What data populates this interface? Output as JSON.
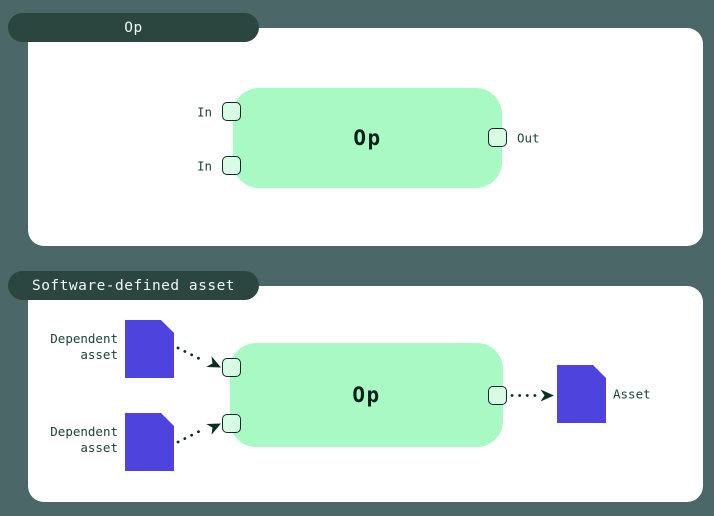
{
  "colors": {
    "bg": "#4c6767",
    "card": "#ffffff",
    "pill": "#2a463f",
    "pill-text": "#f3f7f5",
    "green": "#a9f9c5",
    "handle": "#d8fbe6",
    "outline": "#0e2c25",
    "label": "#1e423a",
    "purple": "#4f43dd",
    "op-text": "#0c2019"
  },
  "op_section": {
    "tab_label": "Op",
    "op_node": {
      "label": "Op"
    },
    "inputs": [
      {
        "label": "In"
      },
      {
        "label": "In"
      }
    ],
    "output": {
      "label": "Out"
    }
  },
  "sda_section": {
    "tab_label": "Software-defined asset",
    "op_node": {
      "label": "Op"
    },
    "dependencies": [
      {
        "label_line1": "Dependent",
        "label_line2": "asset"
      },
      {
        "label_line1": "Dependent",
        "label_line2": "asset"
      }
    ],
    "output_asset": {
      "label": "Asset"
    }
  }
}
